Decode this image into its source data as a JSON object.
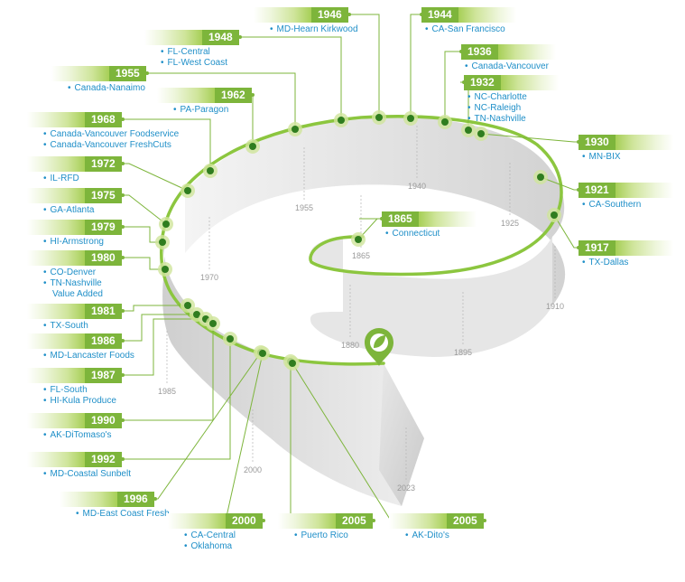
{
  "milestones": [
    {
      "id": "m1946",
      "year": "1946",
      "items": [
        "MD-Hearn Kirkwood"
      ]
    },
    {
      "id": "m1944",
      "year": "1944",
      "items": [
        "CA-San Francisco"
      ]
    },
    {
      "id": "m1948",
      "year": "1948",
      "items": [
        "FL-Central",
        "FL-West Coast"
      ]
    },
    {
      "id": "m1936",
      "year": "1936",
      "items": [
        "Canada-Vancouver"
      ]
    },
    {
      "id": "m1955",
      "year": "1955",
      "items": [
        "Canada-Nanaimo"
      ]
    },
    {
      "id": "m1932",
      "year": "1932",
      "items": [
        "NC-Charlotte",
        "NC-Raleigh",
        "TN-Nashville"
      ]
    },
    {
      "id": "m1962",
      "year": "1962",
      "items": [
        "PA-Paragon"
      ]
    },
    {
      "id": "m1968",
      "year": "1968",
      "items": [
        "Canada-Vancouver Foodservice",
        "Canada-Vancouver FreshCuts"
      ]
    },
    {
      "id": "m1930",
      "year": "1930",
      "items": [
        "MN-BIX"
      ]
    },
    {
      "id": "m1972",
      "year": "1972",
      "items": [
        "IL-RFD"
      ]
    },
    {
      "id": "m1921",
      "year": "1921",
      "items": [
        "CA-Southern"
      ]
    },
    {
      "id": "m1975",
      "year": "1975",
      "items": [
        "GA-Atlanta"
      ]
    },
    {
      "id": "m1865",
      "year": "1865",
      "items": [
        "Connecticut"
      ]
    },
    {
      "id": "m1979",
      "year": "1979",
      "items": [
        "HI-Armstrong"
      ]
    },
    {
      "id": "m1917",
      "year": "1917",
      "items": [
        "TX-Dallas"
      ]
    },
    {
      "id": "m1980",
      "year": "1980",
      "items": [
        "CO-Denver",
        "TN-Nashville",
        "Value Added"
      ]
    },
    {
      "id": "m1981",
      "year": "1981",
      "items": [
        "TX-South"
      ]
    },
    {
      "id": "m1986",
      "year": "1986",
      "items": [
        "MD-Lancaster Foods"
      ]
    },
    {
      "id": "m1987",
      "year": "1987",
      "items": [
        "FL-South",
        "HI-Kula Produce"
      ]
    },
    {
      "id": "m1990",
      "year": "1990",
      "items": [
        "AK-DiTomaso's"
      ]
    },
    {
      "id": "m1992",
      "year": "1992",
      "items": [
        "MD-Coastal Sunbelt"
      ]
    },
    {
      "id": "m1996",
      "year": "1996",
      "items": [
        "MD-East Coast Fresh"
      ]
    },
    {
      "id": "m2000",
      "year": "2000",
      "items": [
        "CA-Central",
        "Oklahoma"
      ]
    },
    {
      "id": "m2005a",
      "year": "2005",
      "items": [
        "Puerto Rico"
      ]
    },
    {
      "id": "m2005b",
      "year": "2005",
      "items": [
        "AK-Dito's"
      ]
    }
  ],
  "axis_years": [
    "1865",
    "1880",
    "1895",
    "1910",
    "1925",
    "1940",
    "1955",
    "1970",
    "1985",
    "2000",
    "2023"
  ],
  "colors": {
    "accent": "#7db53b",
    "link": "#1f8fc8",
    "ribbon_top": "#8cc63f",
    "ribbon_side": "#e3e3e3"
  },
  "icon": "leaf-pin-icon"
}
